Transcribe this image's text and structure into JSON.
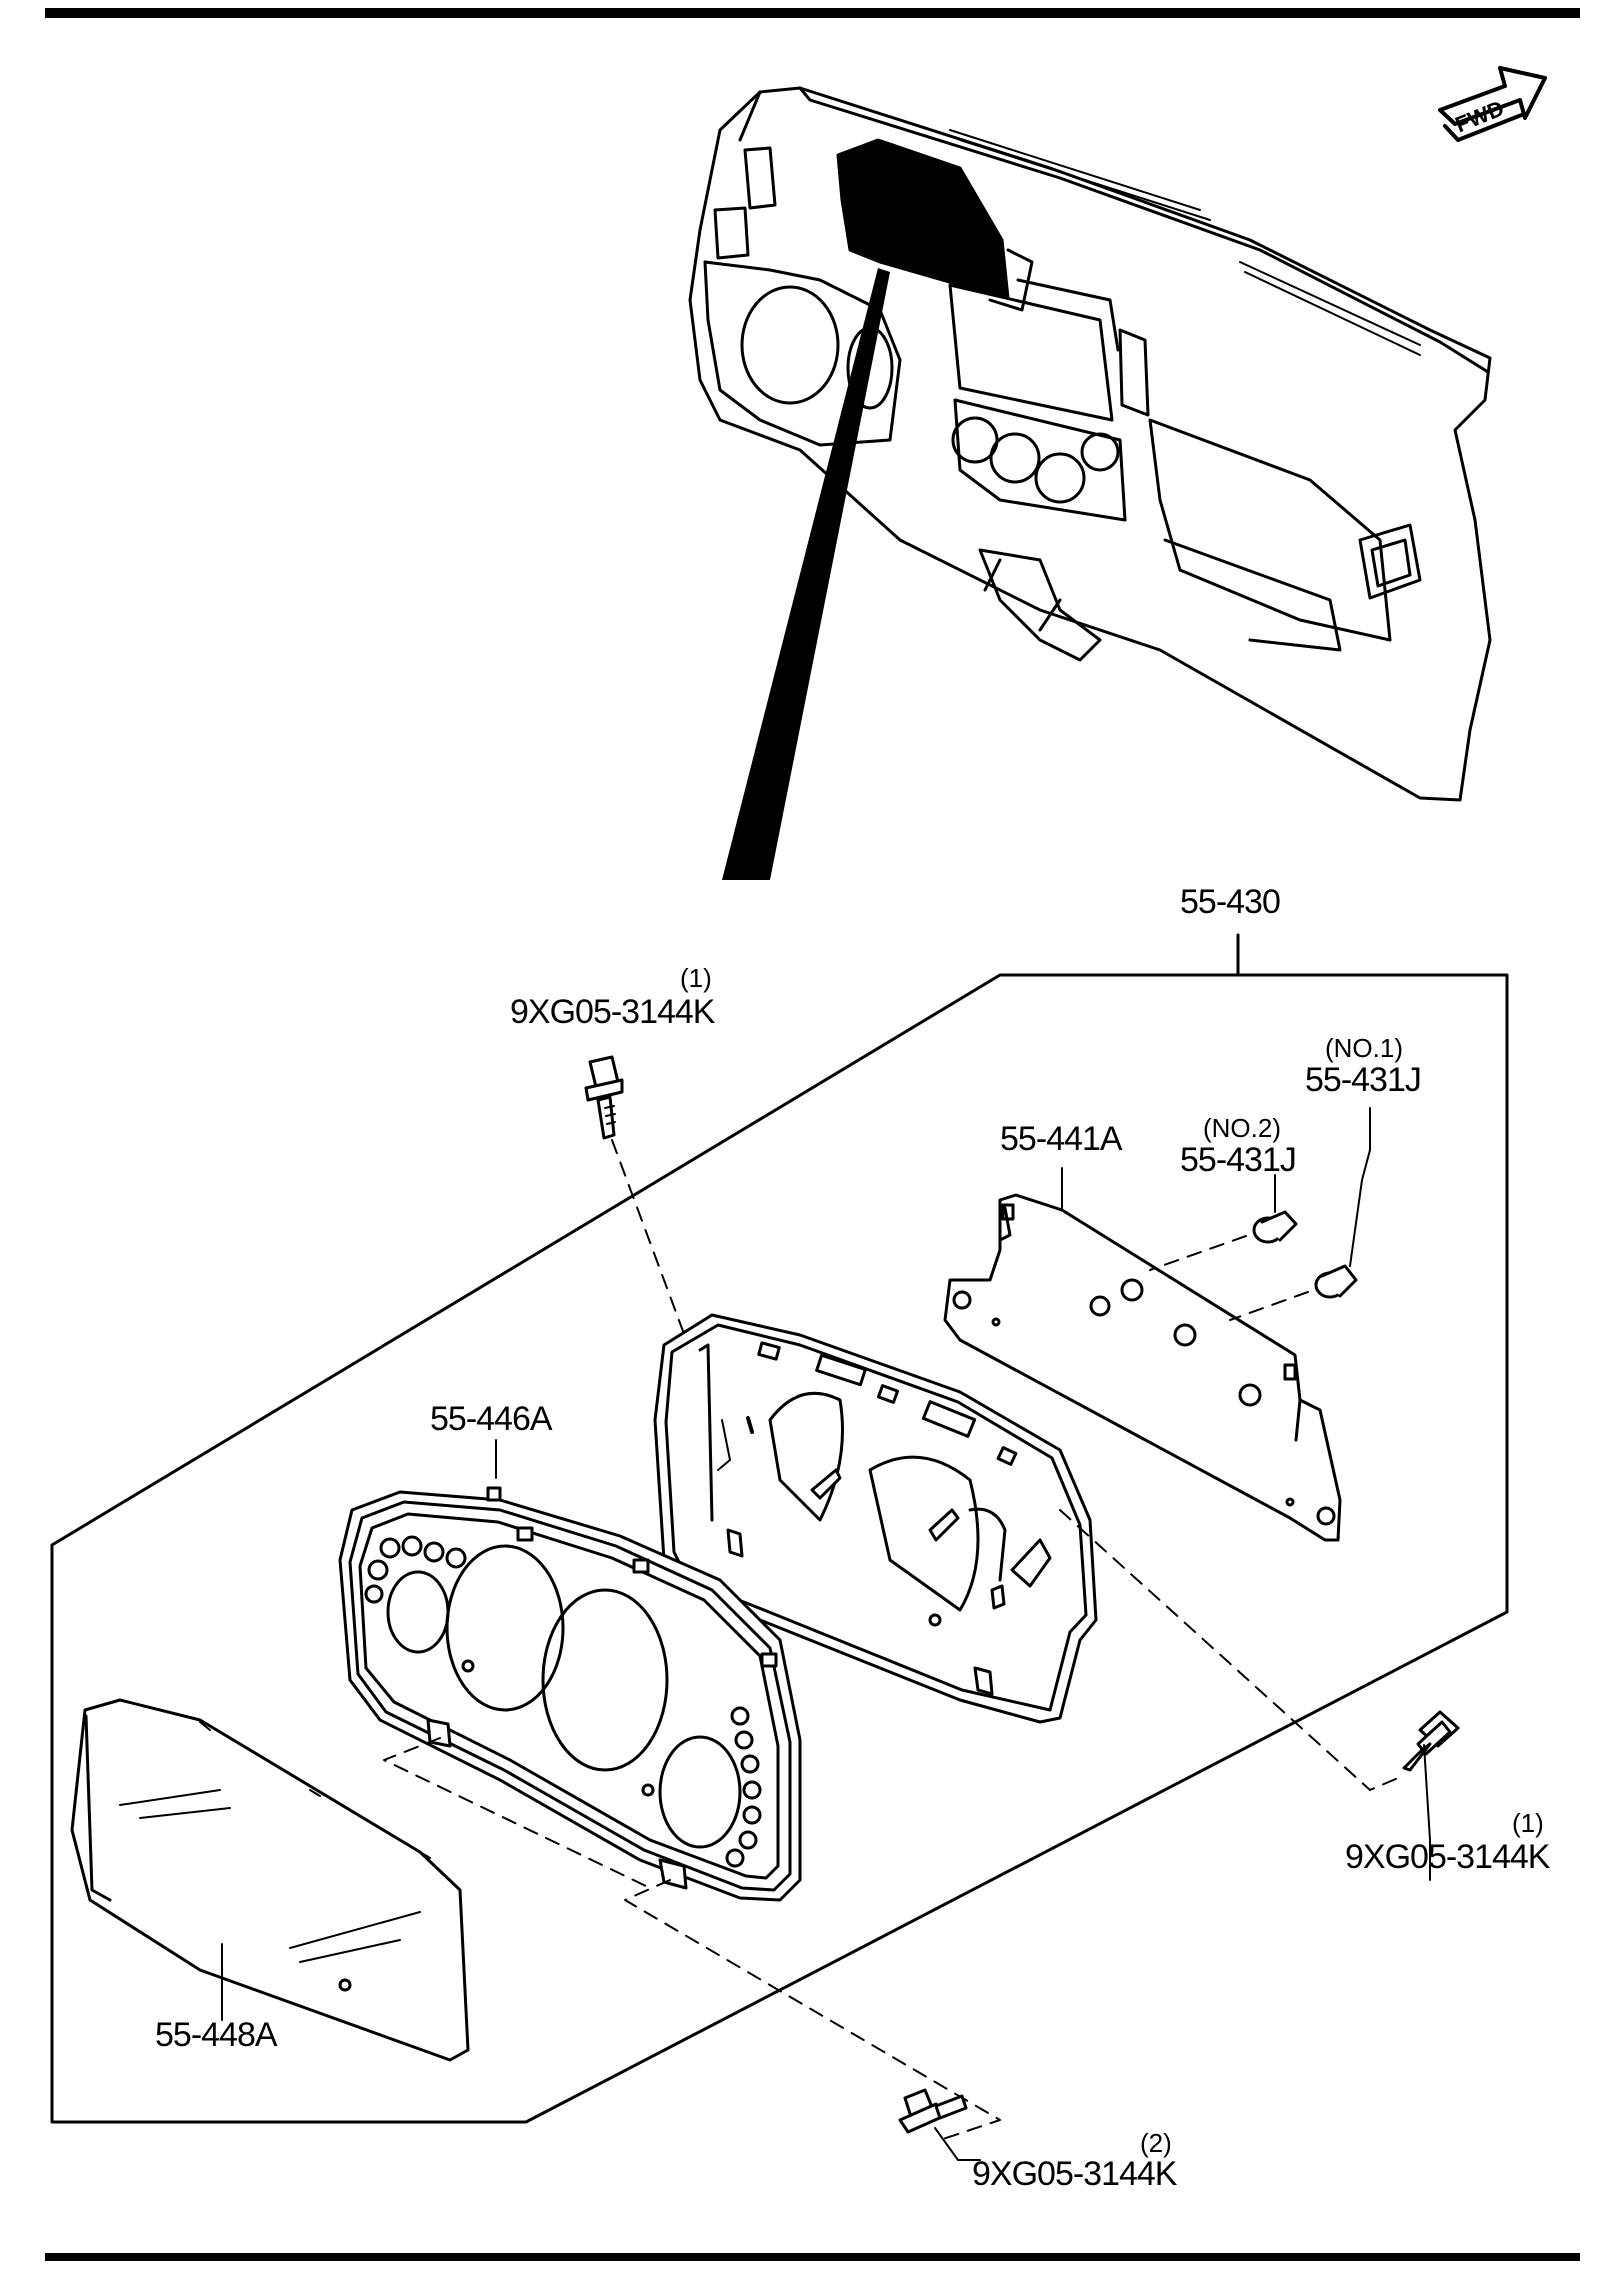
{
  "diagram": {
    "fwd_badge": "FWD",
    "labels": {
      "assembly": "55-430",
      "top_bolt": {
        "qty": "(1)",
        "part": "9XG05-3144K"
      },
      "lamp_no1": {
        "pos": "(NO.1)",
        "part": "55-431J"
      },
      "lamp_no2": {
        "pos": "(NO.2)",
        "part": "55-431J"
      },
      "circuit": "55-441A",
      "panel": "55-446A",
      "lens": "55-448A",
      "right_bolt": {
        "qty": "(1)",
        "part": "9XG05-3144K"
      },
      "bottom_bolt": {
        "qty": "(2)",
        "part": "9XG05-3144K"
      }
    }
  }
}
